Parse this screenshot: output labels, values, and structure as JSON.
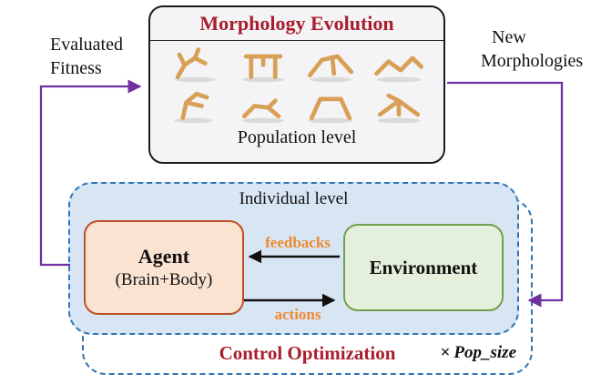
{
  "colors": {
    "title_red": "#a81e2c",
    "arrow_purple": "#7030a0",
    "io_orange": "#ed8a2f",
    "dashed_blue": "#2e75b6",
    "individual_fill": "#d8e6f4",
    "agent_fill": "#fbe3d1",
    "agent_border": "#bf4e28",
    "environment_fill": "#e4f0dc",
    "environment_border": "#70a04b",
    "morphology_tan": "#d8a057"
  },
  "top_box": {
    "title": "Morphology Evolution",
    "caption": "Population level",
    "figures": [
      "dancer",
      "table",
      "arch-runner",
      "zigzag",
      "climber",
      "croucher",
      "bridge",
      "sprawler"
    ]
  },
  "labels": {
    "left_line1": "Evaluated",
    "left_line2": "Fitness",
    "right_line1": "New",
    "right_line2": "Morphologies"
  },
  "individual_box": {
    "label": "Individual level",
    "agent_title": "Agent",
    "agent_subtitle": "(Brain+Body)",
    "environment_title": "Environment",
    "feedbacks_label": "feedbacks",
    "actions_label": "actions"
  },
  "control_box": {
    "title": "Control Optimization",
    "times_sign": "×",
    "pop_size": "Pop_size"
  }
}
